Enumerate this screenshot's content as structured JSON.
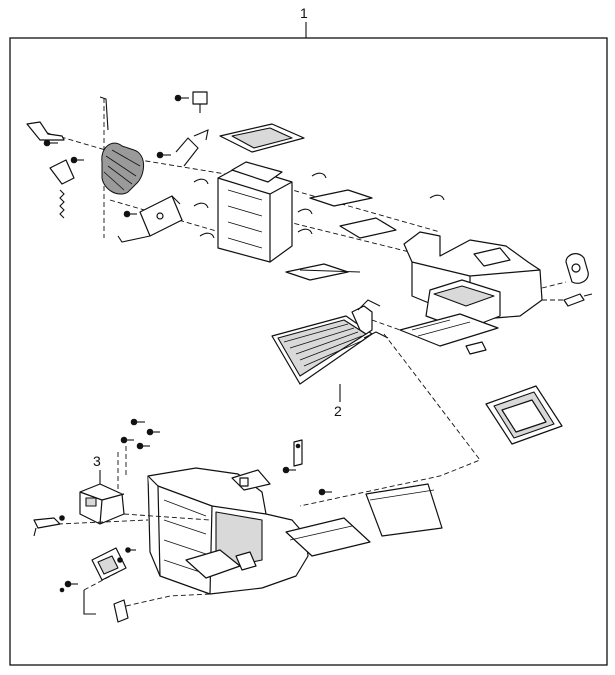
{
  "callouts": {
    "assembly": "1",
    "heater_core": "2",
    "actuator": "3"
  },
  "colors": {
    "line": "#111111",
    "background": "#ffffff",
    "shade": "#d9d9d9"
  }
}
